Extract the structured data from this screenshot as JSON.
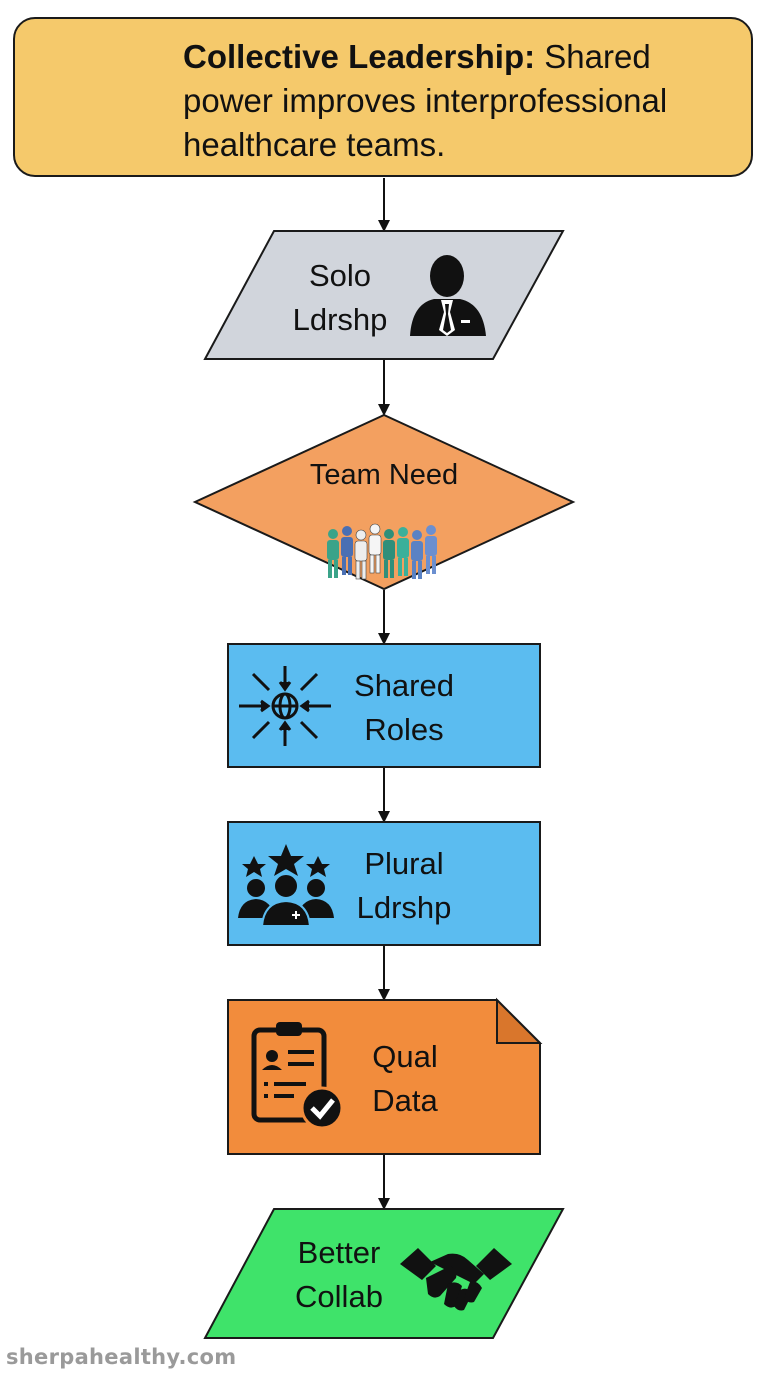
{
  "header": {
    "title_bold": "Collective Leadership:",
    "title_rest": " Shared power improves interprofessional healthcare teams.",
    "icon": "healthcare-team-icon"
  },
  "nodes": [
    {
      "id": "solo",
      "shape": "parallelogram",
      "lines": [
        "Solo",
        "Ldrshp"
      ],
      "fill": "#d1d5dc",
      "icon": "business-person-icon"
    },
    {
      "id": "team-need",
      "shape": "diamond",
      "lines": [
        "Team Need"
      ],
      "fill": "#f3a060",
      "icon": "healthcare-team-icon"
    },
    {
      "id": "shared-roles",
      "shape": "rectangle",
      "lines": [
        "Shared",
        "Roles"
      ],
      "fill": "#5bbcf0",
      "icon": "converging-arrows-globe-icon"
    },
    {
      "id": "plural",
      "shape": "rectangle",
      "lines": [
        "Plural",
        "Ldrshp"
      ],
      "fill": "#5bbcf0",
      "icon": "team-stars-icon"
    },
    {
      "id": "qual-data",
      "shape": "document",
      "lines": [
        "Qual",
        "Data"
      ],
      "fill": "#f28c3c",
      "icon": "clipboard-check-icon"
    },
    {
      "id": "better-collab",
      "shape": "parallelogram",
      "lines": [
        "Better",
        "Collab"
      ],
      "fill": "#3fe36a",
      "icon": "handshake-icon"
    }
  ],
  "colors": {
    "header_fill": "#f5c96b",
    "stroke": "#1a1a1a"
  },
  "watermark": "sherpahealthy.com"
}
